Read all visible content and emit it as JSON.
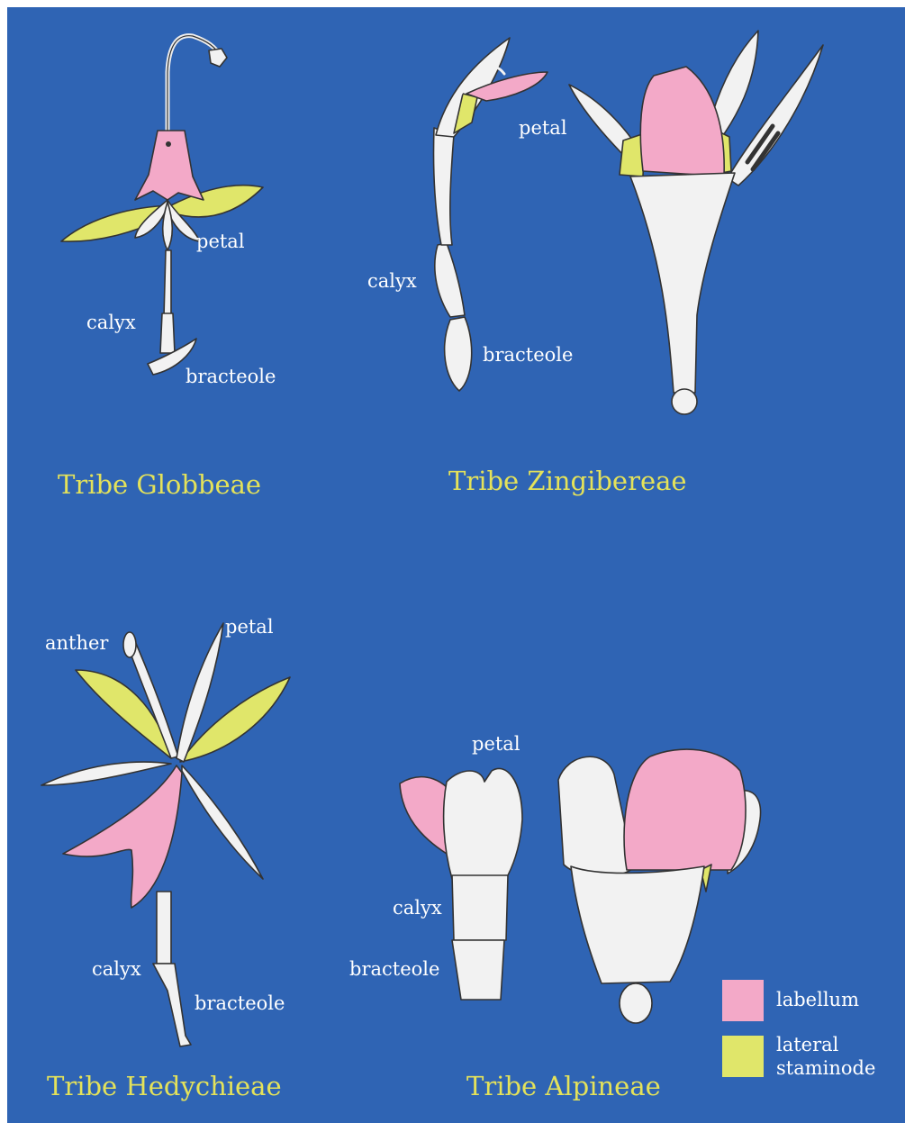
{
  "colors": {
    "background": "#2f64b4",
    "labellum": "#f3a9c8",
    "lateral_staminode": "#e0e66a",
    "tribe_text": "#e4e25a",
    "label_text": "#ffffff",
    "petal": "#f2f2f2"
  },
  "tribes": {
    "globbeae": "Tribe Globbeae",
    "zingibereae": "Tribe Zingibereae",
    "hedychieae": "Tribe Hedychieae",
    "alpineae": "Tribe Alpineae"
  },
  "labels": {
    "globbeae": {
      "petal": "petal",
      "calyx": "calyx",
      "bracteole": "bracteole"
    },
    "zingibereae": {
      "petal": "petal",
      "calyx": "calyx",
      "bracteole": "bracteole"
    },
    "hedychieae": {
      "anther": "anther",
      "petal": "petal",
      "calyx": "calyx",
      "bracteole": "bracteole"
    },
    "alpineae": {
      "petal": "petal",
      "calyx": "calyx",
      "bracteole": "bracteole"
    }
  },
  "legend": {
    "labellum": "labellum",
    "lateral_line1": "lateral",
    "lateral_line2": "staminode"
  }
}
